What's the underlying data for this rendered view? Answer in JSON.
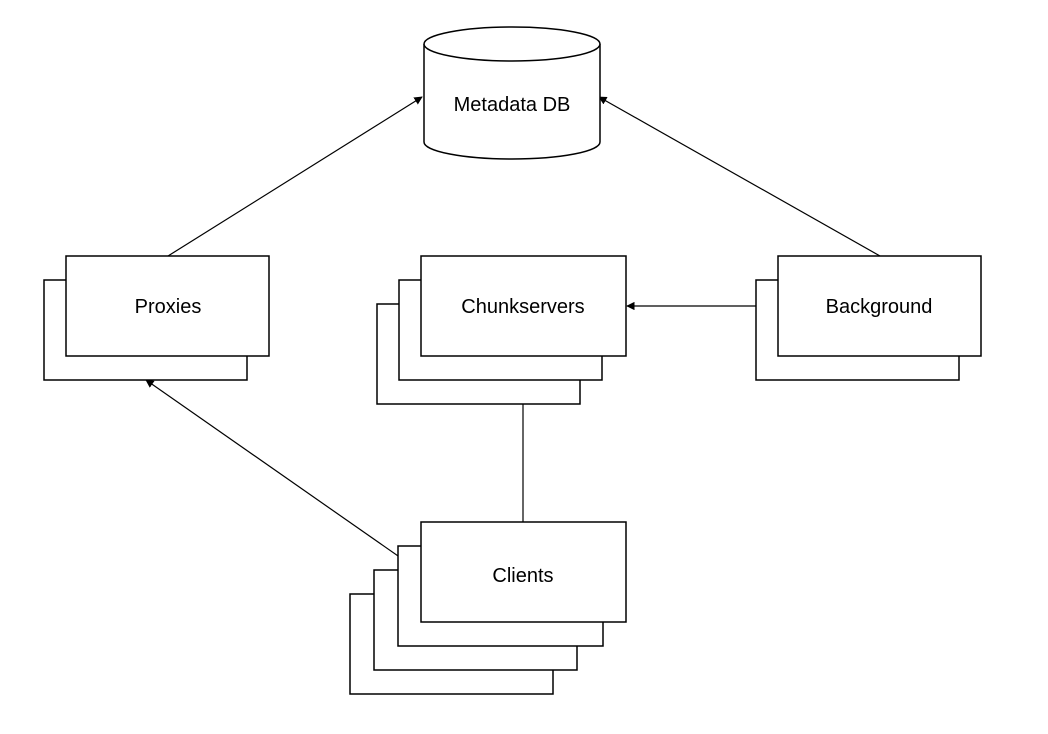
{
  "diagram": {
    "nodes": {
      "metadata_db": {
        "label": "Metadata DB",
        "shape": "cylinder"
      },
      "proxies": {
        "label": "Proxies",
        "shape": "stacked-rect",
        "copies": 2
      },
      "chunkservers": {
        "label": "Chunkservers",
        "shape": "stacked-rect",
        "copies": 3
      },
      "background": {
        "label": "Background",
        "shape": "stacked-rect",
        "copies": 2
      },
      "clients": {
        "label": "Clients",
        "shape": "stacked-rect",
        "copies": 4
      }
    },
    "edges": [
      {
        "from": "proxies",
        "to": "metadata_db"
      },
      {
        "from": "background",
        "to": "metadata_db"
      },
      {
        "from": "background",
        "to": "chunkservers"
      },
      {
        "from": "clients",
        "to": "chunkservers"
      },
      {
        "from": "clients",
        "to": "proxies"
      }
    ],
    "colors": {
      "stroke": "#000000",
      "fill": "#ffffff"
    }
  }
}
